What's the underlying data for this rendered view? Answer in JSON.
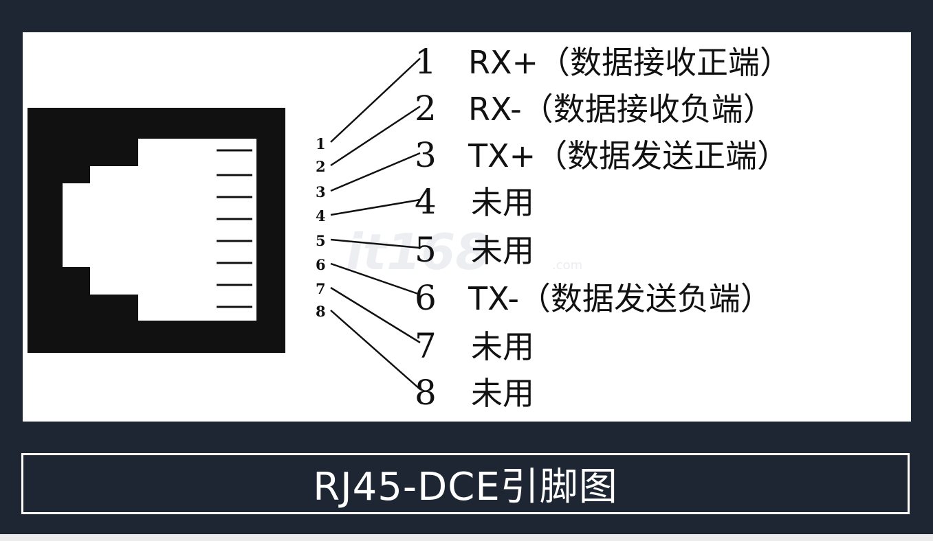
{
  "diagram": {
    "pin_labels": [
      "1",
      "2",
      "3",
      "4",
      "5",
      "6",
      "7",
      "8"
    ],
    "rows": [
      {
        "num": "1",
        "text": "RX+（数据接收正端）"
      },
      {
        "num": "2",
        "text": "RX-（数据接收负端）"
      },
      {
        "num": "3",
        "text": "TX+（数据发送正端）"
      },
      {
        "num": "4",
        "text": "未用"
      },
      {
        "num": "5",
        "text": "未用"
      },
      {
        "num": "6",
        "text": "TX-（数据发送负端）"
      },
      {
        "num": "7",
        "text": "未用"
      },
      {
        "num": "8",
        "text": "未用"
      }
    ],
    "watermark": "it168",
    "watermark_suffix": ".com"
  },
  "caption": "RJ45-DCE引脚图",
  "colors": {
    "background": "#1e2633",
    "panel": "#ffffff",
    "ink": "#111111",
    "caption_text": "#ffffff"
  }
}
